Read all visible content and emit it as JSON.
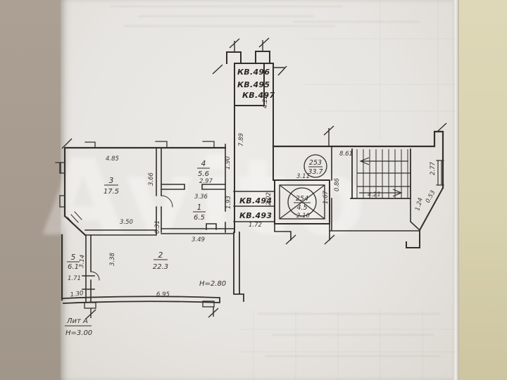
{
  "watermark": "Avito",
  "colors": {
    "ink": "#33302b",
    "paper": "#e7e5e1",
    "table_left": "#a89c90",
    "table_right": "#d9d2b0"
  },
  "plan": {
    "shaft_labels": {
      "kv496": "КВ.496",
      "kv495": "КВ.495",
      "kv497": "КВ.497"
    },
    "closet_labels": {
      "kv494": "КВ.494",
      "kv493": "КВ.493"
    },
    "units": {
      "hall": {
        "num": "253",
        "area": "33.7"
      },
      "elevator": {
        "num": "254",
        "area": "4.5"
      }
    },
    "rooms": {
      "r1": {
        "num": "1",
        "area": "6.5"
      },
      "r2": {
        "num": "2",
        "area": "22.3"
      },
      "r3": {
        "num": "3",
        "area": "17.5"
      },
      "r4": {
        "num": "4",
        "area": "5.6"
      },
      "r5": {
        "num": "5",
        "area": "6.1"
      }
    },
    "dims": {
      "d485": "4.85",
      "d350": "3.50",
      "d366": "3.66",
      "d297": "2.97",
      "d190": "1.90",
      "d336": "3.36",
      "d193": "1.93",
      "d349": "3.49",
      "d031": "0.31",
      "d789": "7.89",
      "d422": "4.22",
      "d861": "8.61",
      "d421": "4.21",
      "d277": "2.77",
      "d053": "0.53",
      "d124": "1.24",
      "d086": "0.86",
      "d311": "3.11",
      "d210": "2.10",
      "d167": "1.67",
      "d202": "2.02",
      "d172": "1.72",
      "d338": "3.38",
      "d695": "6.95",
      "d314": "3.14",
      "d171": "1.71",
      "d130": "1.30"
    },
    "notes": {
      "ceiling": "Н=2.80",
      "liter": "Лит А",
      "liter_height": "Н=3.00"
    }
  }
}
